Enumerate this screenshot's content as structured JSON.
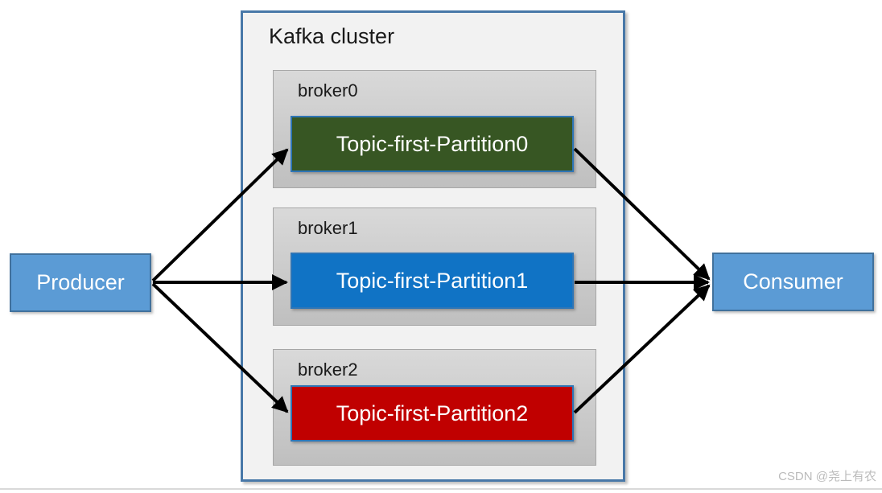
{
  "diagram": {
    "cluster": {
      "title": "Kafka cluster",
      "fill_color": "#F2F2F2",
      "border_color": "#4878A8"
    },
    "brokers": [
      {
        "name": "broker0",
        "partition": {
          "label": "Topic-first-Partition0",
          "color": "#375623"
        }
      },
      {
        "name": "broker1",
        "partition": {
          "label": "Topic-first-Partition1",
          "color": "#1073C5"
        }
      },
      {
        "name": "broker2",
        "partition": {
          "label": "Topic-first-Partition2",
          "color": "#C00000"
        }
      }
    ],
    "producer": {
      "label": "Producer",
      "color": "#5B9BD5"
    },
    "consumer": {
      "label": "Consumer",
      "color": "#5B9BD5"
    },
    "arrows": {
      "color": "#000000",
      "connections": [
        "Producer -> Topic-first-Partition0",
        "Producer -> Topic-first-Partition1",
        "Producer -> Topic-first-Partition2",
        "Topic-first-Partition0 -> Consumer",
        "Topic-first-Partition1 -> Consumer",
        "Topic-first-Partition2 -> Consumer"
      ]
    },
    "watermark": "CSDN @尧上有农"
  }
}
